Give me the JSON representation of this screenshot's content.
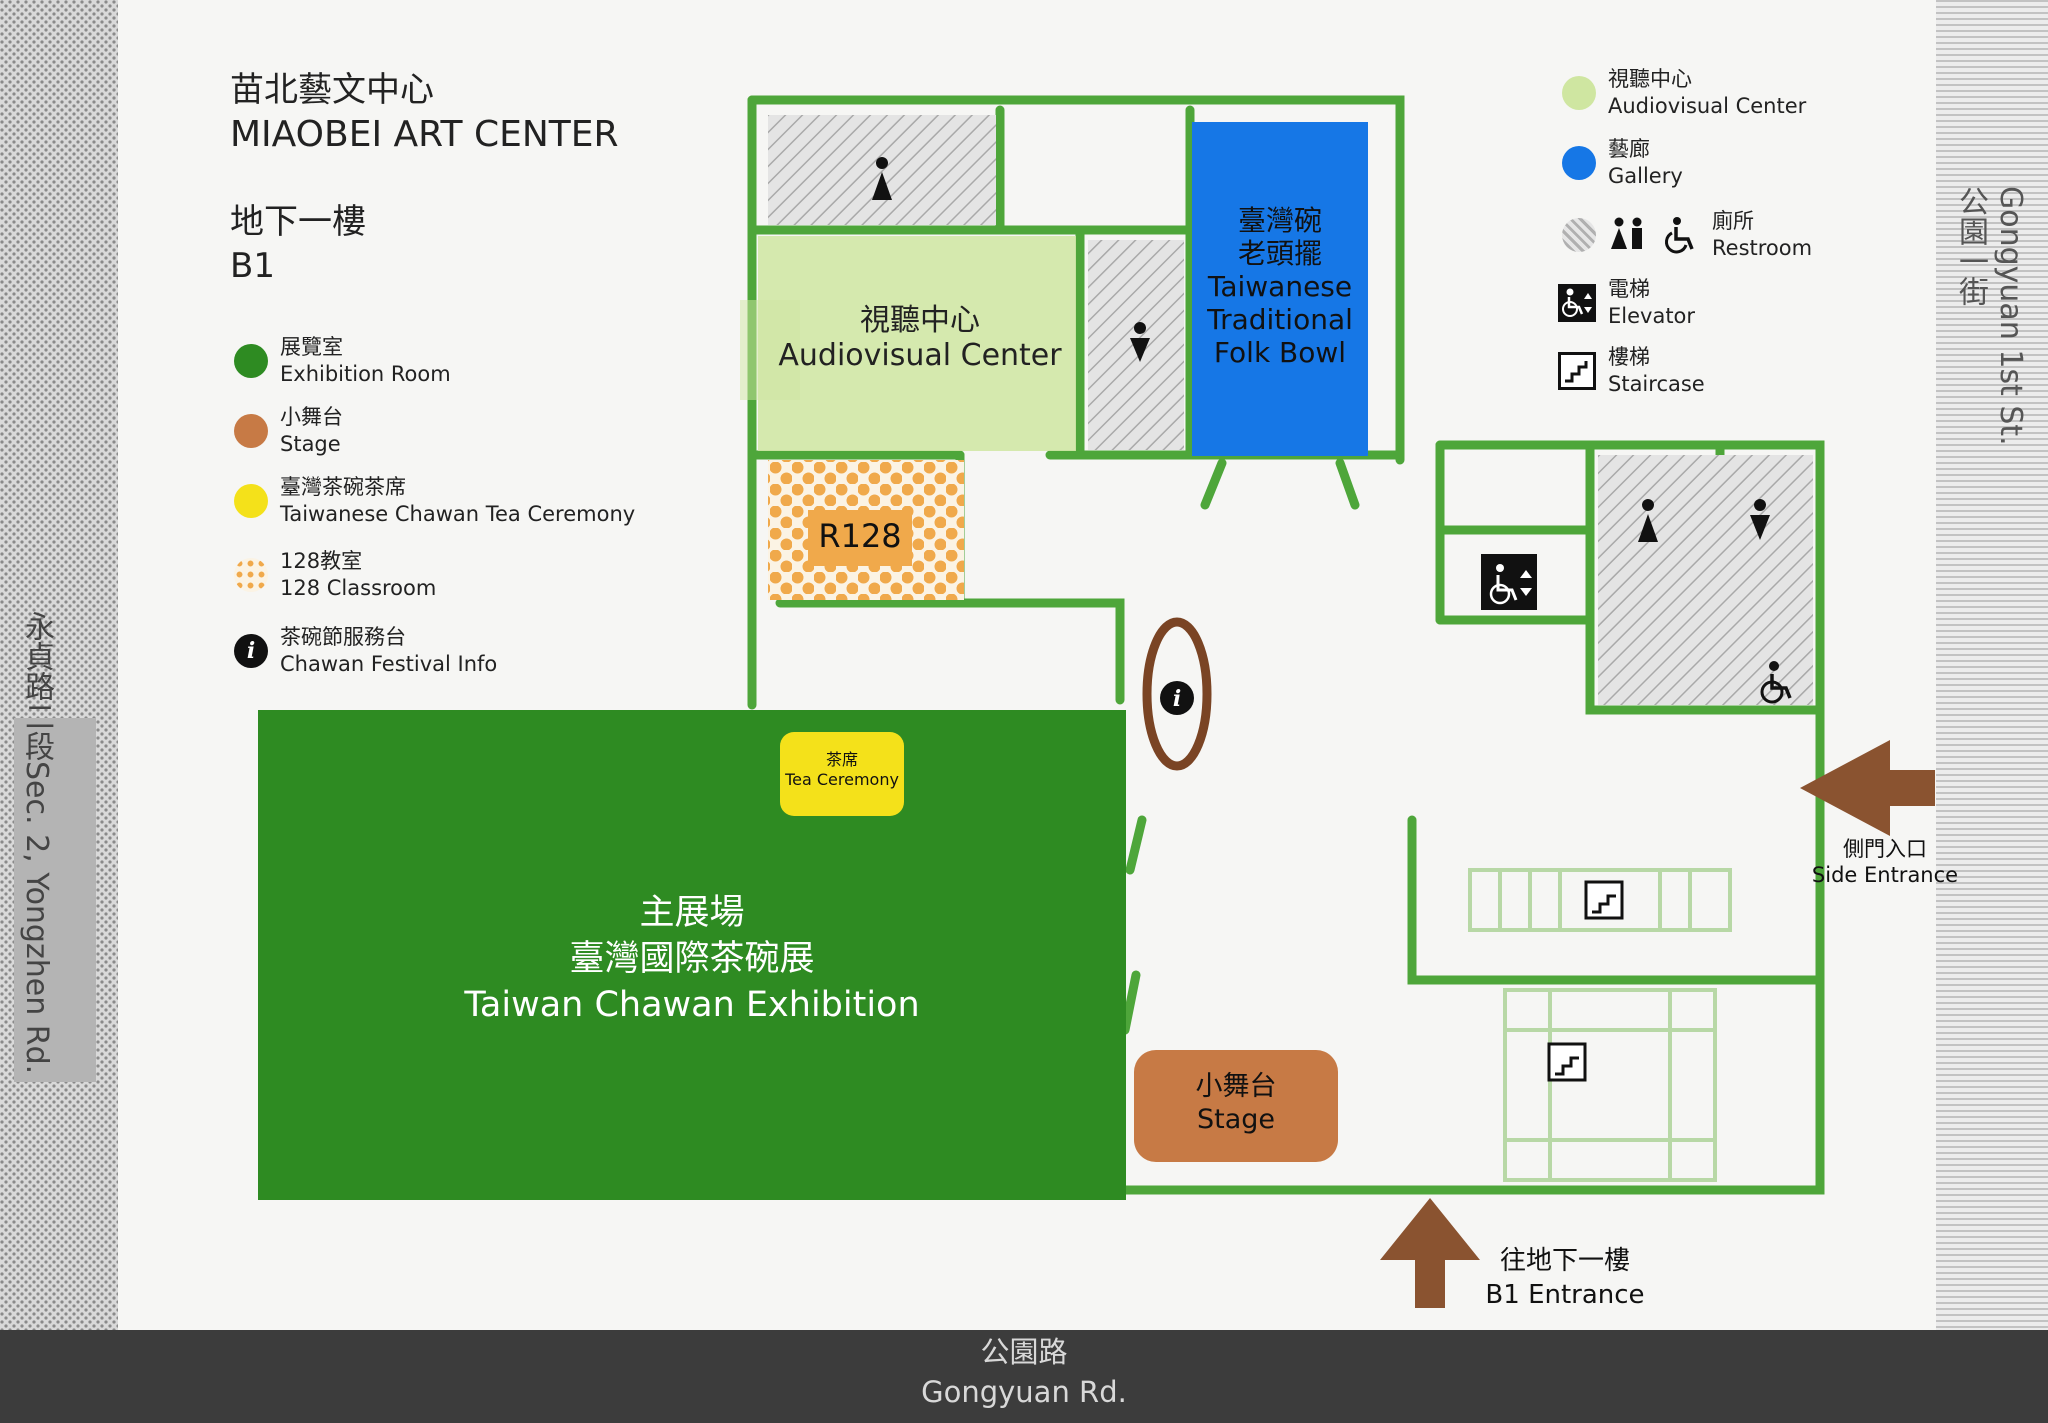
{
  "title": {
    "zh": "苗北藝文中心",
    "en": "MIAOBEI ART CENTER"
  },
  "floor": {
    "zh": "地下一樓",
    "en": "B1"
  },
  "legend_left": [
    {
      "zh": "展覽室",
      "en": "Exhibition Room",
      "color": "#2e8b22"
    },
    {
      "zh": "小舞台",
      "en": "Stage",
      "color": "#c77a45"
    },
    {
      "zh": "臺灣茶碗茶席",
      "en": "Taiwanese Chawan Tea Ceremony",
      "color": "#f4e11a"
    },
    {
      "zh": "128教室",
      "en": "128 Classroom",
      "color": "#f0a94b"
    },
    {
      "zh": "茶碗節服務台",
      "en": "Chawan Festival Info",
      "icon": "info-icon"
    }
  ],
  "legend_right": [
    {
      "zh": "視聽中心",
      "en": "Audiovisual Center",
      "color": "#cfe6a1"
    },
    {
      "zh": "藝廊",
      "en": "Gallery",
      "color": "#1677e6"
    },
    {
      "zh": "廁所",
      "en": "Restroom",
      "icon": "restroom-icon"
    },
    {
      "zh": "電梯",
      "en": "Elevator",
      "icon": "elevator-icon"
    },
    {
      "zh": "樓梯",
      "en": "Staircase",
      "icon": "staircase-icon"
    }
  ],
  "rooms": {
    "audiovisual": {
      "zh": "視聽中心",
      "en": "Audiovisual Center"
    },
    "gallery": {
      "zh1": "臺灣碗",
      "zh2": "老頭擺",
      "en1": "Taiwanese",
      "en2": "Traditional",
      "en3": "Folk Bowl"
    },
    "classroom": {
      "label": "R128"
    },
    "main_hall": {
      "zh1": "主展場",
      "zh2": "臺灣國際茶碗展",
      "en": "Taiwan Chawan Exhibition"
    },
    "tea_ceremony": {
      "zh": "茶席",
      "en": "Tea Ceremony"
    },
    "stage": {
      "zh": "小舞台",
      "en": "Stage"
    }
  },
  "entrances": {
    "side": {
      "zh": "側門入口",
      "en": "Side Entrance"
    },
    "b1": {
      "zh": "往地下一樓",
      "en": "B1 Entrance"
    }
  },
  "streets": {
    "bottom": {
      "zh": "公園路",
      "en": "Gongyuan Rd."
    },
    "left": {
      "en": "Sec. 2, Yongzhen Rd.",
      "zh": "永貞路二段"
    },
    "right": {
      "en": "Gongyuan 1st St.",
      "zh": "公園一街"
    }
  },
  "colors": {
    "wall": "#4ea63a",
    "exhibition": "#2e8b22",
    "gallery": "#1677e6",
    "stage": "#c77a45",
    "tea": "#f4e11a",
    "classroom": "#f0a94b",
    "audiovisual": "#cfe6a1",
    "arrow": "#8a5330",
    "road": "#3c3c3c",
    "sidewalk": "#cfcfcf"
  }
}
